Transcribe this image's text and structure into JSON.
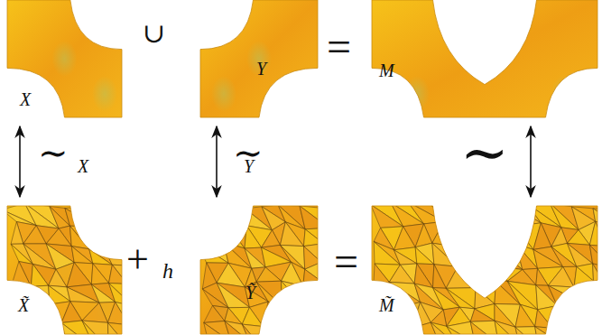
{
  "diagram": {
    "nodes": [
      {
        "text": [
          "X"
        ]
      },
      {
        "text": [
          "Y"
        ]
      },
      {
        "text": [
          "M"
        ]
      },
      {
        "text": [
          "X̃"
        ]
      },
      {
        "text": [
          "Ỹ"
        ]
      },
      {
        "text": [
          "M̃"
        ]
      }
    ],
    "edges": [
      {
        "from": 0,
        "to": 3,
        "arrow": "both",
        "label": "∼"
      },
      {
        "from": 1,
        "to": 4,
        "arrow": "both",
        "label": "∼"
      },
      {
        "from": 2,
        "to": 5,
        "arrow": "both",
        "label": "∼"
      }
    ],
    "labels": [
      "∪",
      "=",
      "X",
      "Y",
      "+",
      "h",
      "="
    ]
  }
}
